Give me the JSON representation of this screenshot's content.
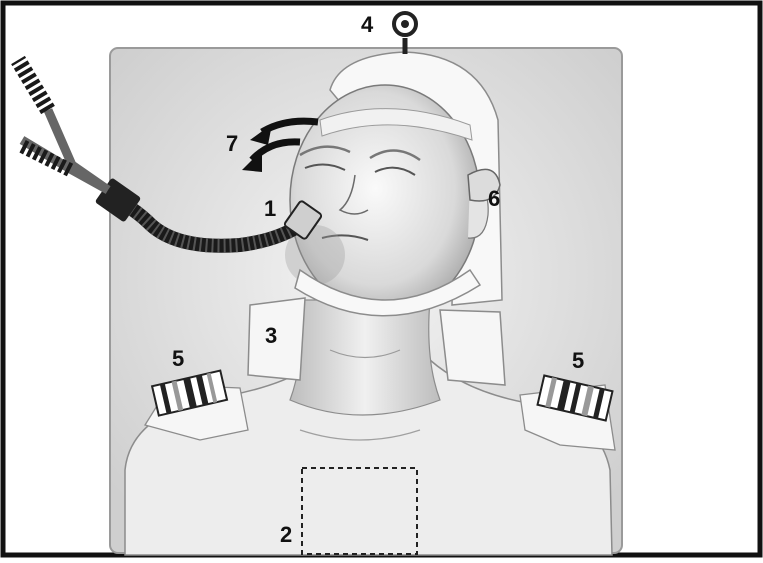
{
  "figure": {
    "description_free": true,
    "callouts": [
      {
        "id": "c1",
        "text": "1"
      },
      {
        "id": "c2",
        "text": "2"
      },
      {
        "id": "c3",
        "text": "3"
      },
      {
        "id": "c4",
        "text": "4"
      },
      {
        "id": "c5a",
        "text": "5"
      },
      {
        "id": "c5b",
        "text": "5"
      },
      {
        "id": "c6",
        "text": "6"
      },
      {
        "id": "c7",
        "text": "7"
      }
    ]
  },
  "colors": {
    "frame": "#111111",
    "board": "#e6e6e6",
    "skin": "#f2f2f2",
    "shade": "#bdbdbd",
    "tube": "#1a1a1a"
  }
}
